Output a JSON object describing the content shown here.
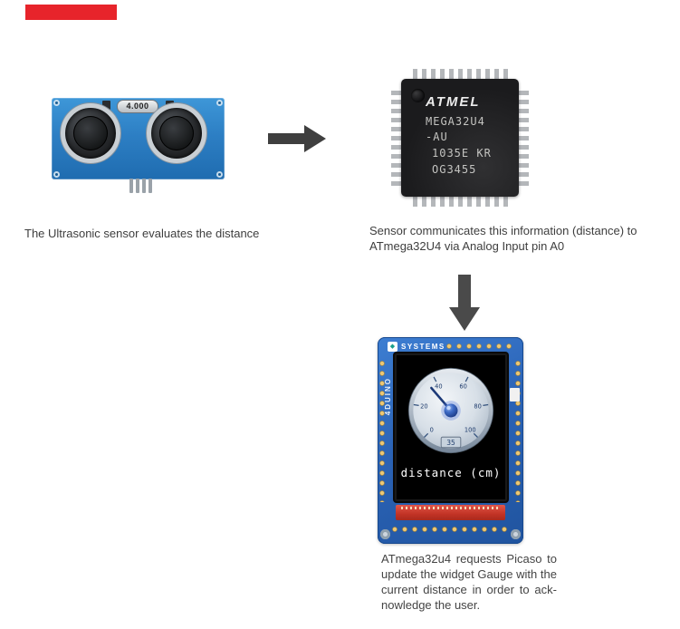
{
  "page": {
    "background": "#ffffff"
  },
  "redaction": {
    "color": "#e7242b"
  },
  "step1": {
    "caption": "The Ultrasonic sensor evaluates the distance",
    "sensor": {
      "oscillator_label": "4.000"
    }
  },
  "step2": {
    "caption_line1": "Sensor communicates this information (distance) to",
    "caption_line2": "ATmega32U4 via Analog Input pin A0",
    "chip": {
      "brand": "ATMEL",
      "line1": "MEGA32U4",
      "line2": "-AU",
      "line3": "1035E KR",
      "line4": "OG3455"
    }
  },
  "step3": {
    "caption_line1": "ATmega32u4 requests Picaso to",
    "caption_line2": "update the widget Gauge with the",
    "caption_line3": "current distance in order to ack-",
    "caption_line4": "nowledge the user.",
    "display": {
      "brand": "SYSTEMS",
      "board_label": "4DUINO",
      "screen_label": "distance (cm)",
      "gauge_value": "35",
      "gauge_ticks": [
        "0",
        "20",
        "40",
        "60",
        "80",
        "100"
      ]
    }
  }
}
